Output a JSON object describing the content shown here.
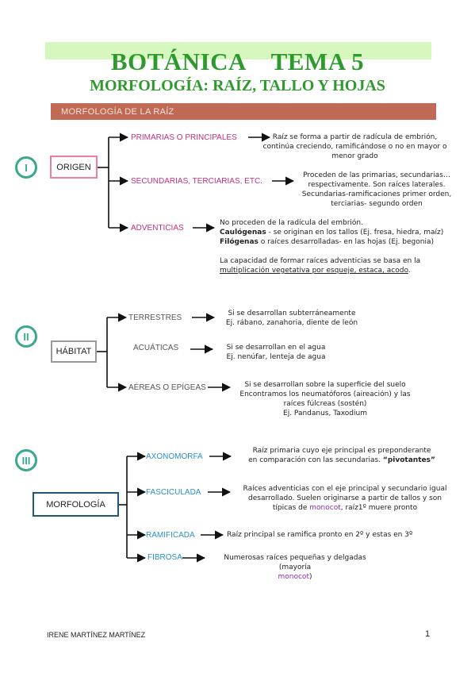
{
  "header": {
    "title": "BOTÁNICA    TEMA 5",
    "subtitle": "MORFOLOGÍA: RAÍZ, TALLO Y HOJAS",
    "section": "MORFOLOGÍA DE LA RAÍZ"
  },
  "sections": [
    {
      "numeral": "I",
      "box_label": "ORIGEN",
      "items": [
        {
          "label": "PRIMARIAS O PRINCIPALES",
          "desc": [
            "Raíz se forma a partir de radícula de embrión,",
            "continúa creciendo, ramificándose o no en mayor o",
            "menor grado"
          ]
        },
        {
          "label": "SECUNDARIAS, TERCIARIAS, ETC.",
          "desc": [
            "Proceden de las primarias, secundarias…",
            "respectivamente. Son raíces laterales.",
            "Secundarias-ramificaciones primer orden,",
            "terciarias- segundo orden"
          ]
        },
        {
          "label": "ADVENTICIAS",
          "desc_line1": "No proceden de la radícula del embrión.",
          "caul_term": "Caulógenas",
          "caul_text": " - se originan en los tallos (Ej. fresa, hiedra, maíz)",
          "filo_term": "Filógenas",
          "filo_text": " o raíces desarrolladas- en las hojas (Ej. begonia)",
          "note_line1": "La capacidad de formar raíces adventicias se basa en la",
          "note_line2": "multiplicación vegetativa por esqueje, estaca, acodo",
          "note_end": "."
        }
      ]
    },
    {
      "numeral": "II",
      "box_label": "HÁBITAT",
      "items": [
        {
          "label": "TERRESTRES",
          "desc": [
            "Si se desarrollan subterráneamente",
            "Ej. rábano, zanahoria, diente de león"
          ]
        },
        {
          "label": "ACUÁTICAS",
          "desc": [
            "Si se desarrollan en el agua",
            "Ej. nenúfar, lenteja de agua"
          ]
        },
        {
          "label": "AÉREAS O EPÍGEAS",
          "desc": [
            "Si se desarrollan sobre la superficie del suelo",
            "Encontramos los neumatóforos (aireación) y las",
            "raíces fúlcreas (sostén)",
            "Ej. Pandanus, Taxodium"
          ]
        }
      ]
    },
    {
      "numeral": "III",
      "box_label": "MORFOLOGÍA",
      "items": [
        {
          "label": "AXONOMORFA",
          "line1": "Raíz primaria cuyo eje principal es preponderante",
          "line2a": "en comparación con las secundarias. ",
          "line2b": "“pivotantes”"
        },
        {
          "label": "FASCICULADA",
          "line1": "Raíces adventicias con el eje principal y secundario igual",
          "line2": "desarrollado. Suelen originarse a partir de tallos y son",
          "line3a": "típicas de ",
          "line3b": "monocot",
          "line3c": ", raíz1º muere pronto"
        },
        {
          "label": "RAMIFICADA",
          "line1": "Raíz principal se ramifica pronto en 2º y estas en 3º"
        },
        {
          "label": "FIBROSA",
          "line1": "Numerosas raíces pequeñas y delgadas (mayoría",
          "line2": "monocot",
          "line3": ")"
        }
      ]
    }
  ],
  "footer": {
    "author": "IRENE MARTÍNEZ MARTÍNEZ",
    "page": "1"
  },
  "colors": {
    "title_green": "#2e9a2e",
    "band_green": "#d6f7bd",
    "section_band": "#c06a55",
    "circle": "#3aa88e",
    "pink": "#c2307f",
    "blue": "#2b8fc2",
    "purple": "#8a2bb5"
  }
}
